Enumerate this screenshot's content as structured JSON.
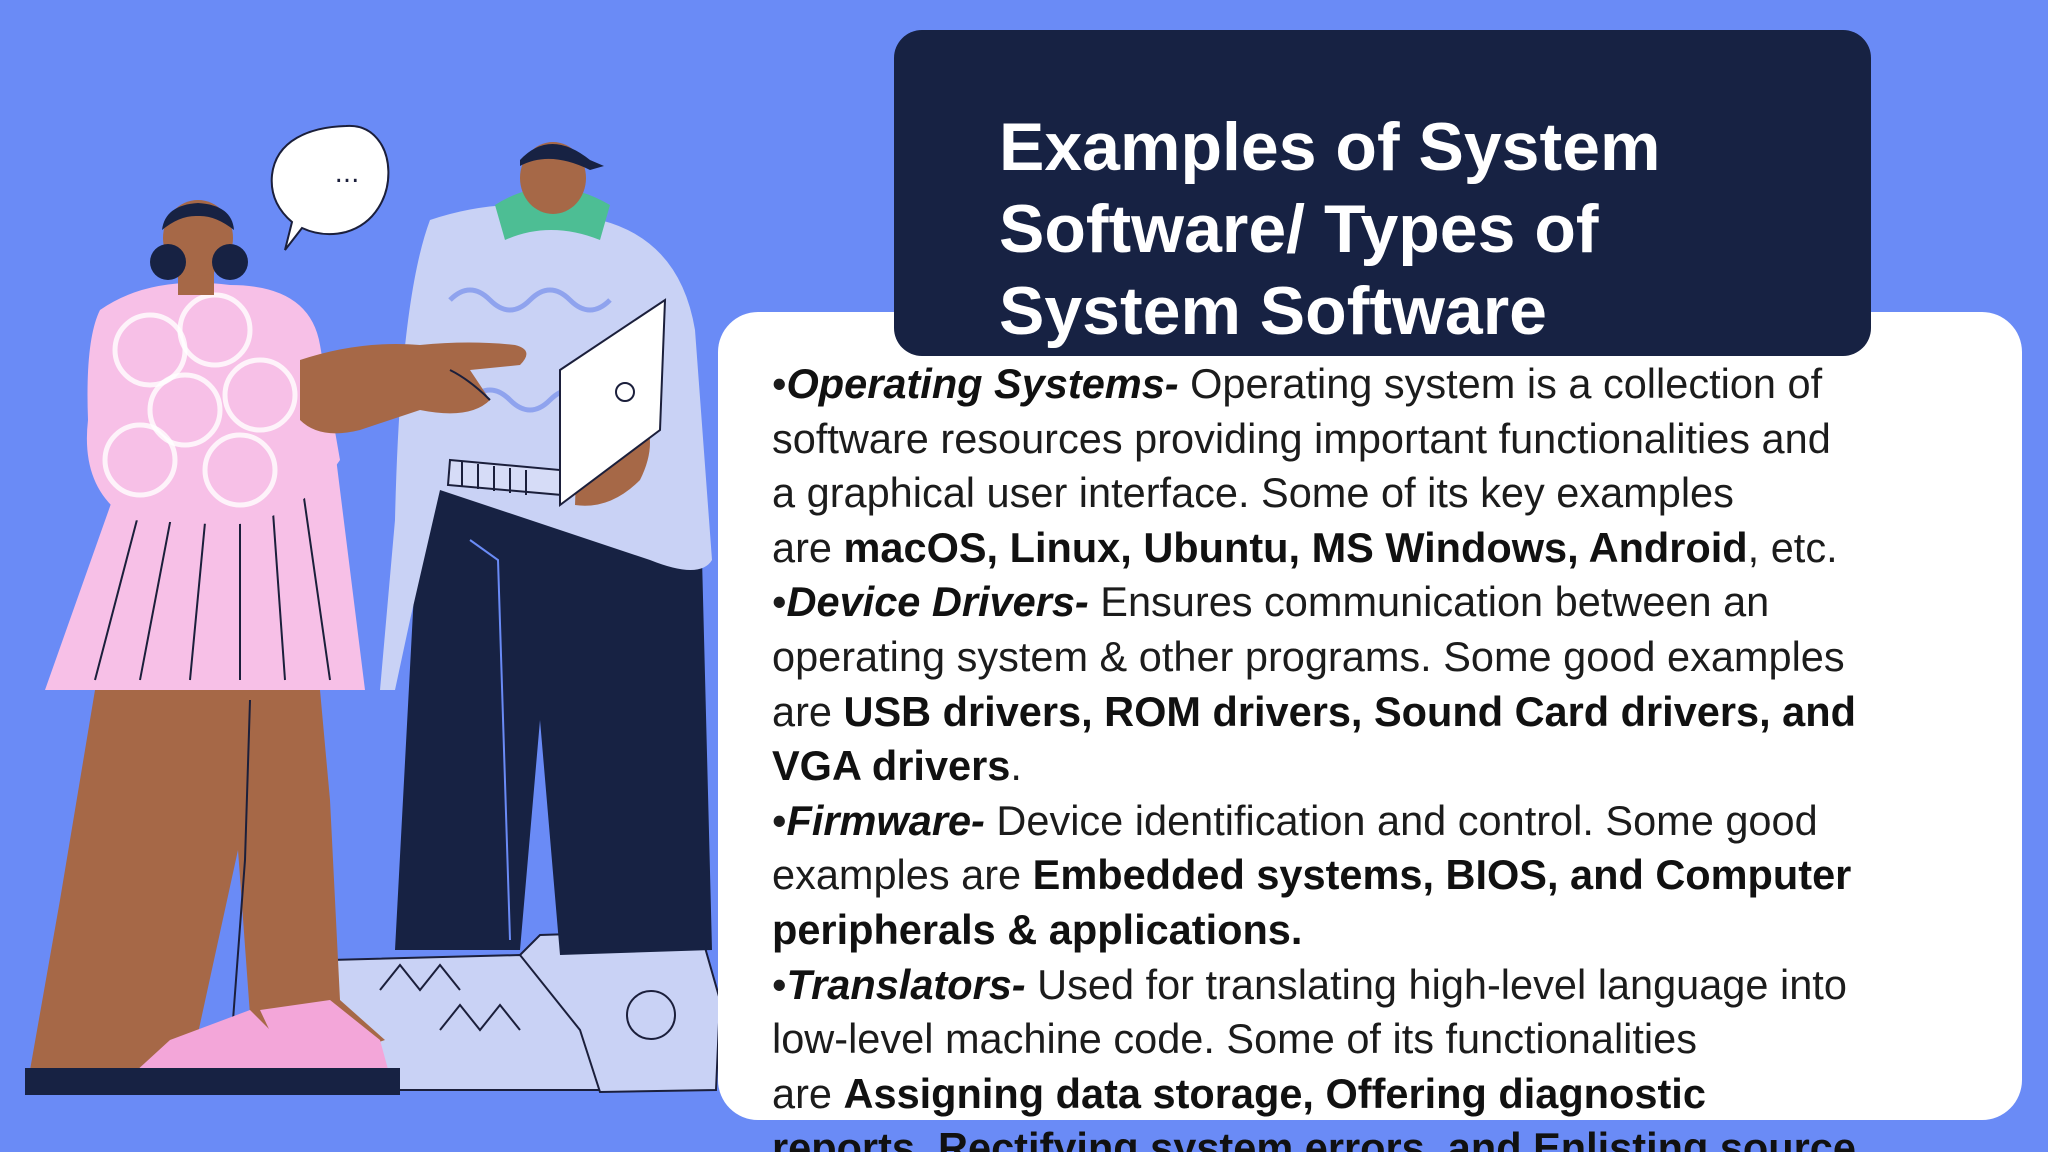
{
  "colors": {
    "background": "#6A8BF6",
    "title_box": "#172243",
    "card": "#FFFFFF",
    "text": "#1C1C1C"
  },
  "title": {
    "lines": [
      "Examples of System",
      "Software/ Types of",
      "System Software"
    ]
  },
  "illustration": {
    "speech_bubble_text": "..."
  },
  "content": {
    "os": {
      "term": "Operating Systems-",
      "l1": " Operating system is a collection of",
      "l2": "software resources providing important functionalities and",
      "l3": "a graphical user interface. Some of its key examples",
      "l4_pre": "are ",
      "l4_bold": "macOS, Linux, Ubuntu, MS Windows, Android",
      "l4_post": ", etc."
    },
    "drivers": {
      "term": "Device Drivers-",
      "l1": " Ensures communication between an",
      "l2": "operating system & other programs. Some good examples",
      "l3_pre": "are ",
      "l3_bold": "USB drivers, ROM drivers, Sound Card drivers, and",
      "l4_bold": "VGA drivers",
      "l4_post": "."
    },
    "firmware": {
      "term": "Firmware-",
      "l1": " Device identification and control. Some good",
      "l2_pre": "examples are ",
      "l2_bold": "Embedded systems, BIOS, and Computer",
      "l3_bold": "peripherals & applications."
    },
    "translators": {
      "term": "Translators-",
      "l1": " Used for translating high-level language into",
      "l2": "low-level machine code. Some of its functionalities",
      "l3_pre": "are ",
      "l3_bold": "Assigning data storage, Offering diagnostic",
      "l4_bold": "reports, Rectifying system errors, and Enlisting source"
    }
  }
}
